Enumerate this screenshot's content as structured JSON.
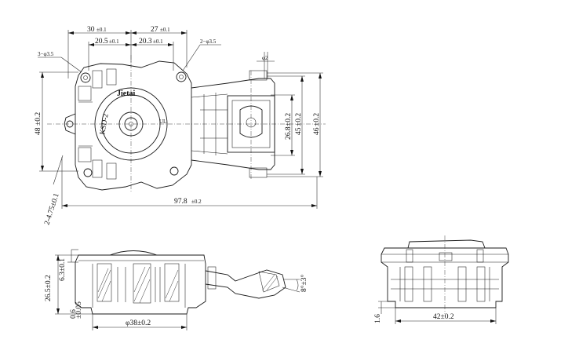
{
  "top_view": {
    "dims": {
      "d30": "30",
      "d30_tol": "±0.1",
      "d27": "27",
      "d27_tol": "±0.1",
      "d205": "20.5",
      "d205_tol": "±0.1",
      "d203": "20.3",
      "d203_tol": "±0.1",
      "hole3": "3−φ3.5",
      "hole2": "2−φ3.5",
      "phi2": "φ2",
      "h48": "48",
      "h48_tol": "±0.2",
      "h46": "46",
      "h46_tol": "±0.2",
      "h45": "45",
      "h45_tol": "±0.2",
      "h268": "26.8",
      "h268_tol": "±0.2",
      "slot": "2-4.75±0.1",
      "w978": "97.8",
      "w978_tol": "±0.2"
    },
    "labels": {
      "brand": "Jietai",
      "ul": "UL",
      "part": "KSD-2"
    }
  },
  "side_view": {
    "dims": {
      "h63": "6.3±0.1",
      "h265": "26.5±0.2",
      "h06": "0.6",
      "h06_tol": "±0.05",
      "d38": "φ38±0.2",
      "a8": "8°±3°"
    }
  },
  "end_view": {
    "dims": {
      "h16": "1.6",
      "w42": "42±0.2"
    }
  }
}
